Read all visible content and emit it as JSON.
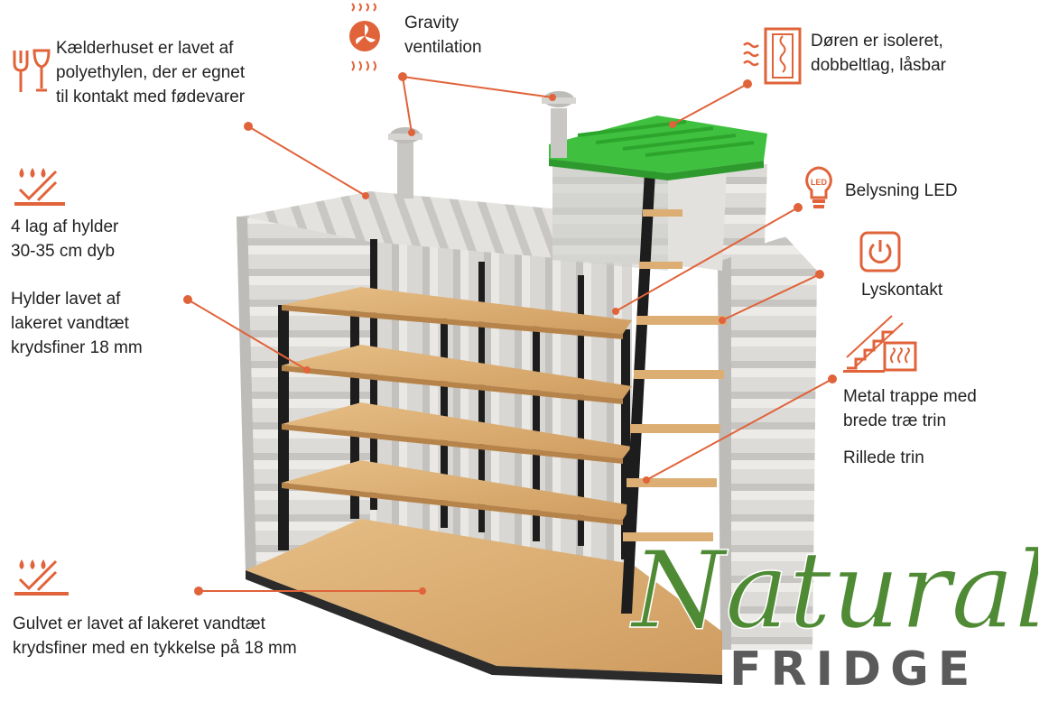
{
  "colors": {
    "accent": "#e0633a",
    "lid": "#3fc13f",
    "wood": "#dcae74",
    "wall": "#dcdbd7",
    "post": "#1d1d1d",
    "brand_green": "#4f8a35",
    "brand_grey": "#5a5a5a"
  },
  "labels": {
    "housing": [
      "Kælderhuset er lavet af",
      "polyethylen, der er egnet",
      "til kontakt med fødevarer"
    ],
    "ventilation": [
      "Gravity",
      "ventilation"
    ],
    "door": [
      "Døren er isoleret,",
      "dobbeltlag, låsbar"
    ],
    "shelves_count": [
      "4 lag af hylder",
      "30-35 cm dyb"
    ],
    "shelves_material": [
      "Hylder lavet af",
      "lakeret vandtæt",
      "krydsfiner 18 mm"
    ],
    "led": "Belysning LED",
    "switch": "Lyskontakt",
    "stairs": [
      "Metal trappe med",
      "brede træ trin"
    ],
    "grooved": "Rillede trin",
    "floor": [
      "Gulvet er lavet af lakeret vandtæt",
      "krydsfiner med en tykkelse på 18 mm"
    ]
  },
  "icons": {
    "housing": "fork-glass-icon",
    "ventilation": "fan-icon",
    "door": "insulated-door-icon",
    "shelves": "water-drops-icon",
    "led": "led-bulb-icon",
    "switch": "power-button-icon",
    "stairs": "stairs-heat-icon",
    "floor": "water-drops-icon"
  },
  "brand": {
    "script": "Natural",
    "word": "FRIDGE"
  }
}
